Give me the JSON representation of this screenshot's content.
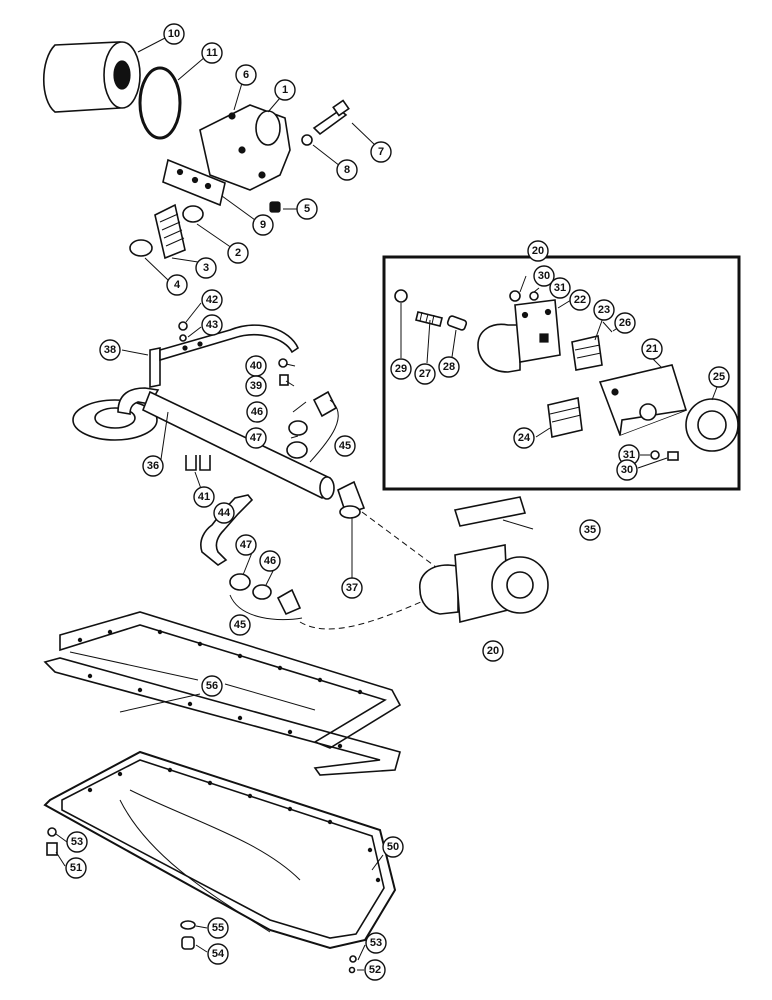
{
  "callouts": {
    "c10": "10",
    "c11": "11",
    "c6": "6",
    "c1": "1",
    "c7": "7",
    "c8": "8",
    "c5": "5",
    "c9": "9",
    "c2": "2",
    "c3": "3",
    "c4": "4",
    "c42": "42",
    "c43": "43",
    "c38": "38",
    "c40": "40",
    "c39": "39",
    "c46a": "46",
    "c47a": "47",
    "c45a": "45",
    "c36": "36",
    "c41": "41",
    "c44": "44",
    "c47b": "47",
    "c46b": "46",
    "c45b": "45",
    "c37": "37",
    "c35": "35",
    "c20a": "20",
    "c20b": "20",
    "c30a": "30",
    "c31a": "31",
    "c22": "22",
    "c23": "23",
    "c26": "26",
    "c21": "21",
    "c29": "29",
    "c27": "27",
    "c28": "28",
    "c25": "25",
    "c24": "24",
    "c31b": "31",
    "c30b": "30",
    "c56": "56",
    "c50": "50",
    "c53a": "53",
    "c51": "51",
    "c55": "55",
    "c54": "54",
    "c53b": "53",
    "c52": "52"
  }
}
